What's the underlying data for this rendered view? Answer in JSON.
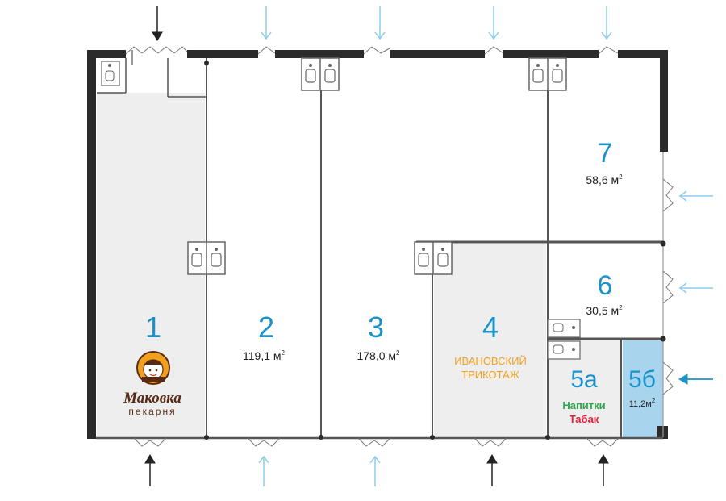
{
  "units": [
    {
      "id": "1",
      "number": "1",
      "area": "",
      "fill": "#eeeeee"
    },
    {
      "id": "2",
      "number": "2",
      "area": "119,1 м",
      "fill": "#ffffff"
    },
    {
      "id": "3",
      "number": "3",
      "area": "178,0 м",
      "fill": "#ffffff"
    },
    {
      "id": "4",
      "number": "4",
      "area": "",
      "fill": "#eeeeee"
    },
    {
      "id": "5a",
      "number": "5а",
      "area": "",
      "fill": "#eeeeee"
    },
    {
      "id": "5b",
      "number": "5б",
      "area": "11,2м",
      "fill": "#a8d4ee"
    },
    {
      "id": "6",
      "number": "6",
      "area": "30,5 м",
      "fill": "#ffffff"
    },
    {
      "id": "7",
      "number": "7",
      "area": "58,6 м",
      "fill": "#ffffff"
    }
  ],
  "area_superscript": "2",
  "tenants": {
    "makovka": {
      "name": "Маковка",
      "subtitle": "пекарня",
      "color": "#5a2a14"
    },
    "ivanovsky": {
      "line1": "ИВАНОВСКИЙ",
      "line2": "ТРИКОТАЖ",
      "color": "#f2a11f"
    },
    "napitki": {
      "text": "Напитки",
      "color": "#2aa84a"
    },
    "tabak": {
      "text": "Табак",
      "color": "#e0203a"
    }
  },
  "colors": {
    "wall": "#2b2b2b",
    "unit_number": "#1b92c9",
    "arrow_main": "#222222",
    "arrow_light": "#8fcdea",
    "arrow_highlight": "#1b92c9"
  }
}
